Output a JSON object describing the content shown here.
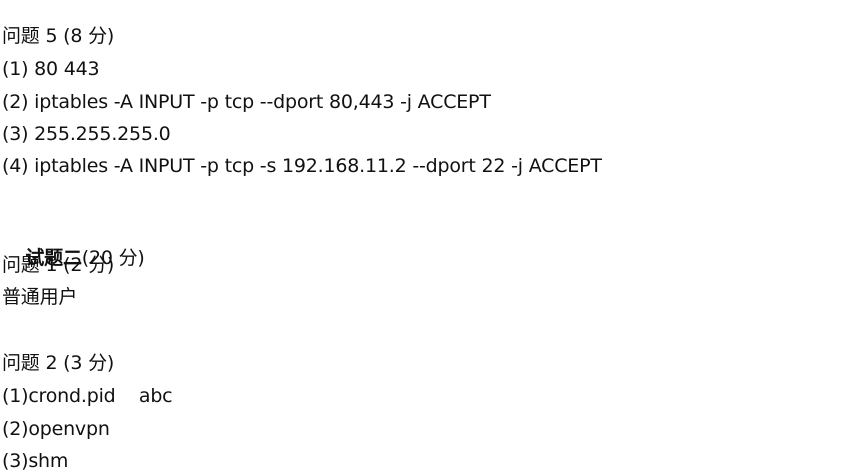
{
  "section_a": {
    "question_heading": "问题 5 (8 分)",
    "answers": [
      "(1) 80 443",
      "(2) iptables -A INPUT -p tcp --dport 80,443 -j ACCEPT",
      "(3) 255.255.255.0",
      "(4) iptables -A INPUT -p tcp -s 192.168.11.2 --dport 22 -j ACCEPT"
    ]
  },
  "section_b": {
    "title_bold": "试题二",
    "title_score": "(20 分)",
    "q1": {
      "heading": "问题 1 (2 分)",
      "answer": "普通用户"
    },
    "q2": {
      "heading": "问题 2 (3 分)",
      "answers": [
        "(1)crond.pid    abc",
        "(2)openvpn",
        "(3)shm"
      ]
    }
  }
}
